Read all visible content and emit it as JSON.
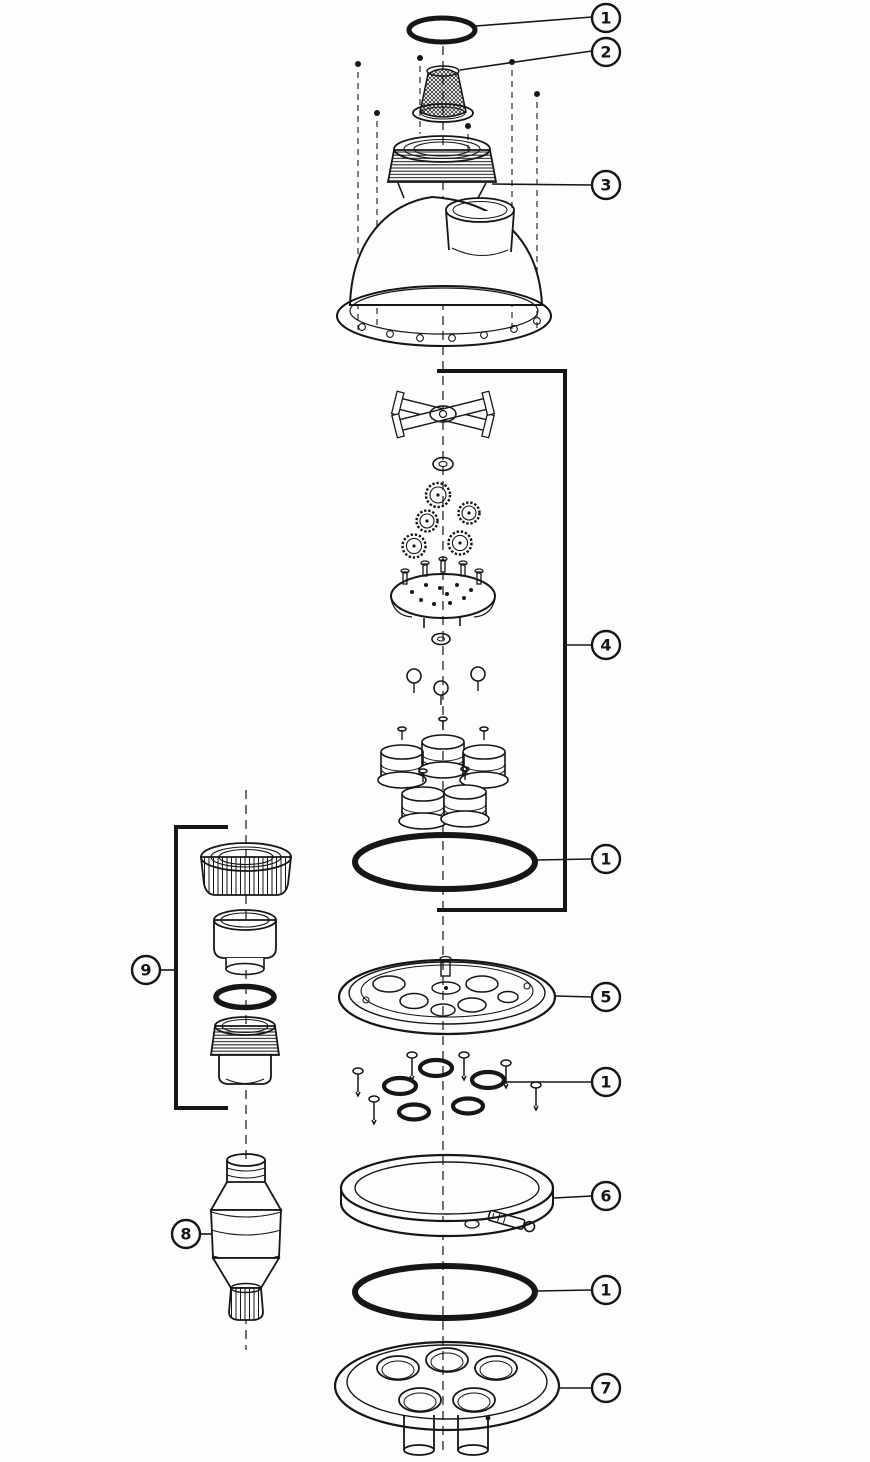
{
  "figure": {
    "type": "exploded-parts-diagram",
    "background": "#fdfdfd",
    "ink": "#161616",
    "callouts": [
      {
        "label": "1",
        "target": "top-o-ring"
      },
      {
        "label": "2",
        "target": "strainer-cone"
      },
      {
        "label": "3",
        "target": "dome-lid-with-collar"
      },
      {
        "label": "4",
        "target": "internal-valve-assembly"
      },
      {
        "label": "1",
        "target": "large-o-ring-upper"
      },
      {
        "label": "5",
        "target": "seat-plate"
      },
      {
        "label": "1",
        "target": "small-o-rings-with-screws"
      },
      {
        "label": "6",
        "target": "clamp-band"
      },
      {
        "label": "1",
        "target": "large-o-ring-lower"
      },
      {
        "label": "7",
        "target": "bottom-manifold"
      },
      {
        "label": "8",
        "target": "check-valve"
      },
      {
        "label": "9",
        "target": "union-fitting-assembly"
      }
    ]
  }
}
